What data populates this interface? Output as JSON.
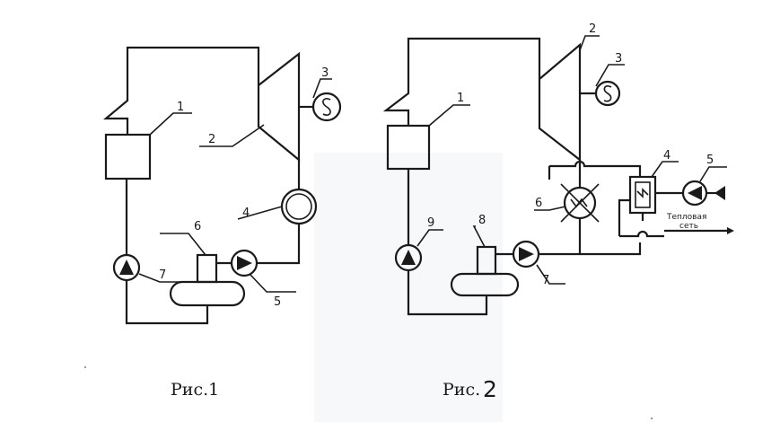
{
  "fig1": {
    "caption": "Рис.1",
    "labels": {
      "n1": "1",
      "n2": "2",
      "n3": "3",
      "n4": "4",
      "n5": "5",
      "n6": "6",
      "n7": "7"
    }
  },
  "fig2": {
    "caption_prefix": "Рис.",
    "caption_number": "2",
    "heat_network_line1": "Тепловая",
    "heat_network_line2": "сеть",
    "labels": {
      "n1": "1",
      "n2": "2",
      "n3": "3",
      "n4": "4",
      "n5": "5",
      "n6": "6",
      "n7": "7",
      "n8": "8",
      "n9": "9"
    }
  }
}
